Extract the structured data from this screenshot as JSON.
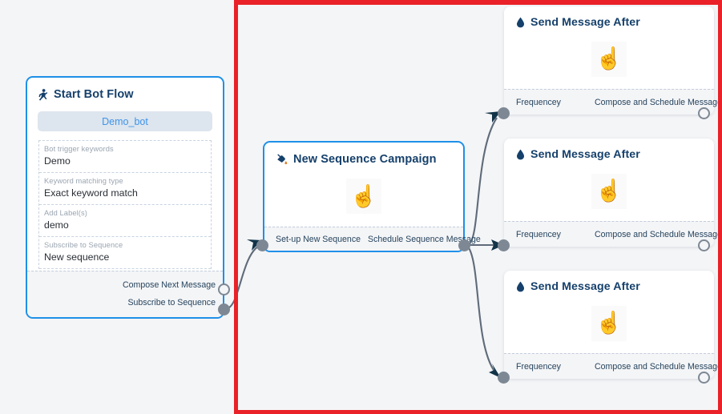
{
  "canvas": {
    "background_color": "#f4f5f7",
    "annotation_border_color": "#ea2128",
    "node_border_color": "#1e90e8",
    "edge_color": "#5f6b7a",
    "port_color": "#7d8894"
  },
  "nodes": {
    "start_bot_flow": {
      "title": "Start Bot Flow",
      "title_icon": "running-person-icon",
      "bot_pill_label": "Demo_bot",
      "fields": [
        {
          "label": "Bot trigger keywords",
          "value": "Demo"
        },
        {
          "label": "Keyword matching type",
          "value": "Exact keyword match"
        },
        {
          "label": "Add Label(s)",
          "value": "demo"
        },
        {
          "label": "Subscribe to Sequence",
          "value": "New sequence"
        }
      ],
      "ports": [
        {
          "label": "Compose Next Message",
          "state": "hollow"
        },
        {
          "label": "Subscribe to Sequence",
          "state": "filled"
        }
      ]
    },
    "new_sequence_campaign": {
      "title": "New Sequence Campaign",
      "title_icon": "paint-pour-icon",
      "body_icon": "pointing-hand-cursor-icon",
      "footer_ports": [
        {
          "label": "Set-up New Sequence",
          "state": "filled"
        },
        {
          "label": "Schedule Sequence Message",
          "state": "filled"
        }
      ]
    },
    "send_message_cards": [
      {
        "title": "Send Message After",
        "title_icon": "water-drop-icon",
        "body_icon": "pointing-hand-cursor-icon",
        "input_port_label": "Frequencey",
        "output_port_label": "Compose and Schedule Message",
        "input_state": "filled",
        "output_state": "hollow"
      },
      {
        "title": "Send Message After",
        "title_icon": "water-drop-icon",
        "body_icon": "pointing-hand-cursor-icon",
        "input_port_label": "Frequencey",
        "output_port_label": "Compose and Schedule Message",
        "input_state": "filled",
        "output_state": "hollow"
      },
      {
        "title": "Send Message After",
        "title_icon": "water-drop-icon",
        "body_icon": "pointing-hand-cursor-icon",
        "input_port_label": "Frequencey",
        "output_port_label": "Compose and Schedule Message",
        "input_state": "filled",
        "output_state": "hollow"
      }
    ]
  }
}
